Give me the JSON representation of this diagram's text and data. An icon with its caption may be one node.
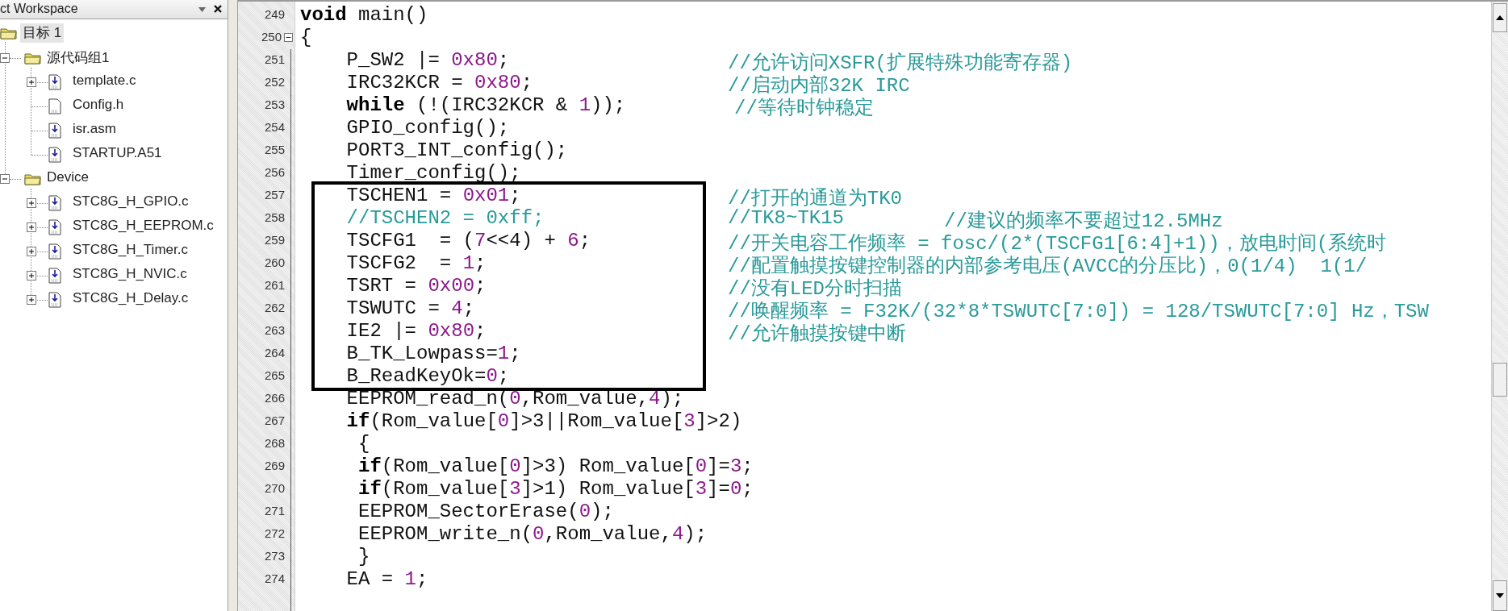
{
  "diagram": {
    "nodes": [
      {
        "text": [
          "TSCHEN1 = 0x01;",
          "//TSCHEN2 = 0xff;",
          "TSCFG1  = (7<<4) + 6;",
          "TSCFG2  = 1;",
          "TSRT = 0x00;",
          "TSWUTC = 4;",
          "IE2 |= 0x80;",
          "B_TK_Lowpass=1;",
          "B_ReadKeyOk=0;"
        ]
      }
    ],
    "labels": [
      "ct Workspace",
      "目标 1",
      "源代码组1",
      "template.c",
      "Config.h",
      "isr.asm",
      "STARTUP.A51",
      "Device",
      "STC8G_H_GPIO.c",
      "STC8G_H_EEPROM.c",
      "STC8G_H_Timer.c",
      "STC8G_H_NVIC.c",
      "STC8G_H_Delay.c",
      "249",
      "**void** main()",
      "250",
      "{",
      "251",
      "P_SW2 |= 0x80;",
      "//允许访问XSFR(扩展特殊功能寄存器)",
      "252",
      "IRC32KCR = 0x80;",
      "//启动内部32K IRC",
      "253",
      "**while** (!(IRC32KCR & 1));",
      "//等待时钟稳定",
      "254",
      "GPIO_config();",
      "255",
      "PORT3_INT_config();",
      "256",
      "Timer_config();",
      "257",
      "//打开的通道为TK0",
      "258",
      "//TK8~TK15",
      "//建议的频率不要超过12.5MHz",
      "259",
      "//开关电容工作频率 = fosc/(2*(TSCFG1[6:4]+1))，放电时间(系统时",
      "260",
      "//配置触摸按键控制器的内部参考电压(AVCC的分压比)，0(1/4)  1(1/",
      "261",
      "//没有LED分时扫描",
      "262",
      "//唤醒频率 = F32K/(32*8*TSWUTC[7:0]) = 128/TSWUTC[7:0] Hz，TSW",
      "263",
      "//允许触摸按键中断",
      "264",
      "265",
      "266",
      "EEPROM_read_n(0,Rom_value,4);",
      "267",
      "**if**(Rom_value[0]>3||Rom_value[3]>2)",
      "268",
      "{",
      "269",
      "**if**(Rom_value[0]>3) Rom_value[0]=3;",
      "270",
      "**if**(Rom_value[3]>1) Rom_value[3]=0;",
      "271",
      "EEPROM_SectorErase(0);",
      "272",
      "EEPROM_write_n(0,Rom_value,4);",
      "273",
      "}",
      "274",
      "EA = 1;"
    ]
  }
}
